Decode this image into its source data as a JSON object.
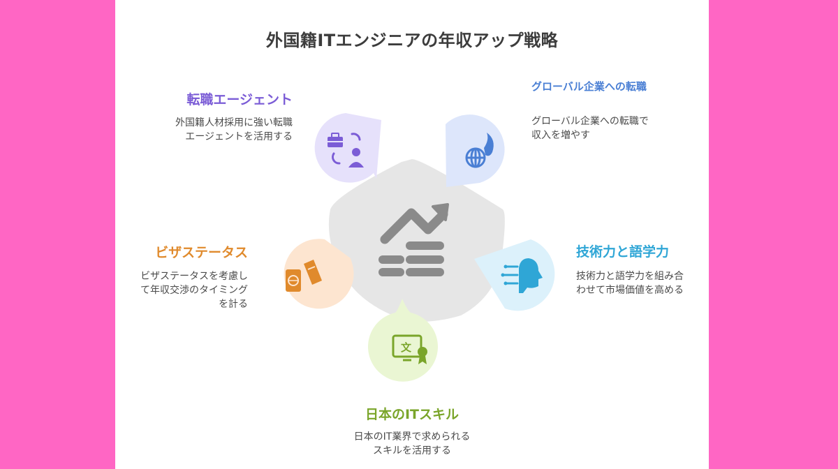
{
  "title": "外国籍ITエンジニアの年収アップ戦略",
  "center_icon": "salary-growth-icon",
  "items": [
    {
      "key": "agent",
      "heading": "転職エージェント",
      "desc": "外国籍人材採用に強い転職エージェントを活用する",
      "color": "#7b5cd6",
      "fill": "#e6e1fb",
      "icon": "briefcase-agent-icon"
    },
    {
      "key": "global",
      "heading": "グローバル企業への転職",
      "desc": "グローバル企業への転職で収入を増やす",
      "color": "#4a7fd4",
      "fill": "#dde6fb",
      "icon": "globe-fire-icon"
    },
    {
      "key": "tech",
      "heading": "技術力と語学力",
      "desc": "技術力と語学力を組み合わせて市場価値を高める",
      "color": "#2fa6d6",
      "fill": "#dcf1fb",
      "icon": "ai-head-icon"
    },
    {
      "key": "skill",
      "heading": "日本のITスキル",
      "desc": "日本のIT業界で求められるスキルを活用する",
      "color": "#7aa52a",
      "fill": "#eaf6d3",
      "icon": "certificate-screen-icon"
    },
    {
      "key": "visa",
      "heading": "ビザステータス",
      "desc": "ビザステータスを考慮して年収交渉のタイミングを計る",
      "color": "#e08a2c",
      "fill": "#fde5d0",
      "icon": "passport-ticket-icon"
    }
  ]
}
